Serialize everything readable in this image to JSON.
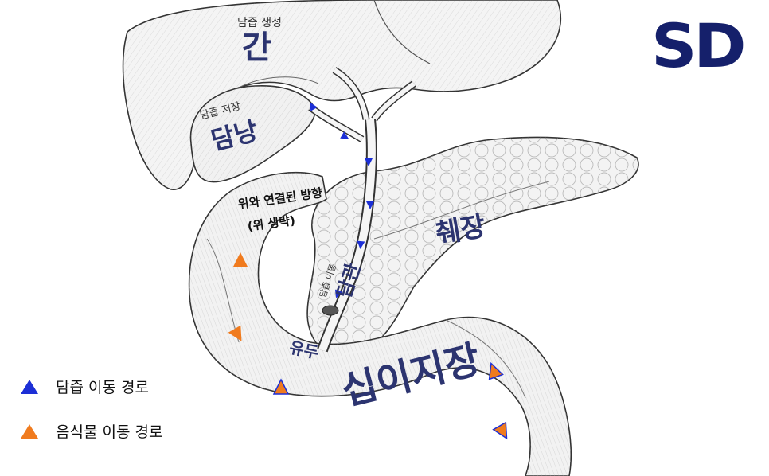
{
  "logo": {
    "text": "SD",
    "color": "#15206b"
  },
  "colors": {
    "bile": "#1c2fd6",
    "food": "#f07b1e",
    "label": "#2c3470"
  },
  "labels": {
    "liver_sub": "담즙 생성",
    "liver": "간",
    "gallbladder_sub": "담즙 저장",
    "gallbladder": "담낭",
    "stomach_side": "위와 연결된 방향",
    "stomach_omitted": "(위 생략)",
    "pancreas": "췌장",
    "bile_duct_sub": "담즙 이동",
    "bile_duct": "담관",
    "papilla": "유두",
    "duodenum": "십이지장"
  },
  "legend": [
    {
      "label": "담즙 이동 경로",
      "icon": "blue-triangle",
      "color": "#1c2fd6"
    },
    {
      "label": "음식물 이동 경로",
      "icon": "orange-triangle",
      "color": "#f07b1e"
    }
  ]
}
